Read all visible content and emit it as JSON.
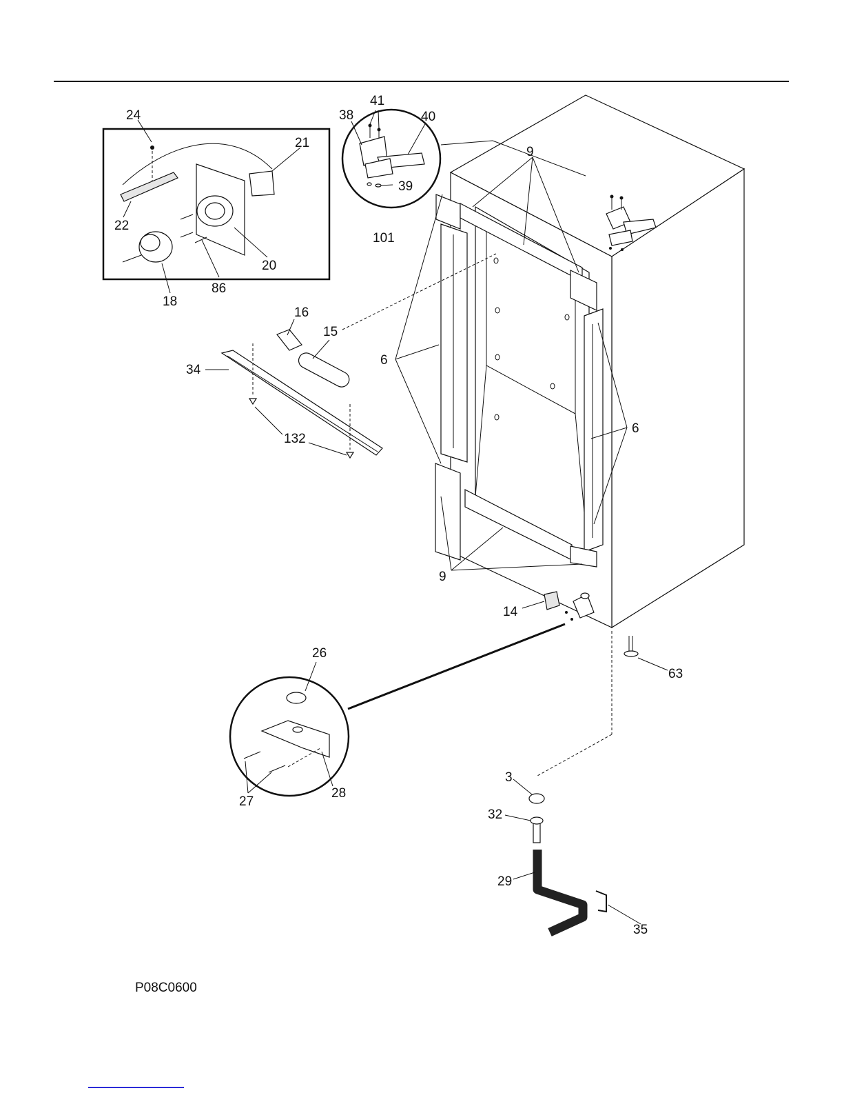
{
  "drawing_code": "P08C0600",
  "labels": {
    "l24": "24",
    "l21": "21",
    "l22": "22",
    "l18": "18",
    "l86": "86",
    "l20": "20",
    "l41": "41",
    "l38": "38",
    "l40": "40",
    "l39": "39",
    "l101": "101",
    "l9a": "9",
    "l9b": "9",
    "l6a": "6",
    "l6b": "6",
    "l16": "16",
    "l15": "15",
    "l34": "34",
    "l132": "132",
    "l14": "14",
    "l63": "63",
    "l26": "26",
    "l27": "27",
    "l28": "28",
    "l3": "3",
    "l32": "32",
    "l29": "29",
    "l35": "35"
  }
}
